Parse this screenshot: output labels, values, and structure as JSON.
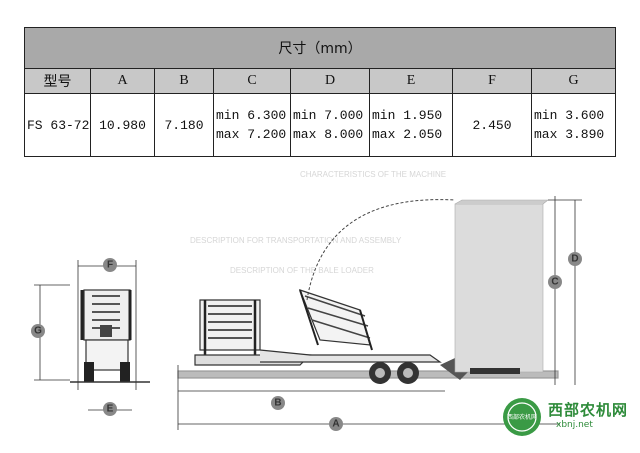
{
  "table": {
    "title": "尺寸（mm）",
    "headers": [
      "型号",
      "A",
      "B",
      "C",
      "D",
      "E",
      "F",
      "G"
    ],
    "row": {
      "model": "FS 63-72",
      "A": "10.980",
      "B": "7.180",
      "C": [
        "min 6.300",
        "max 7.200"
      ],
      "D": [
        "min 7.000",
        "max 8.000"
      ],
      "E": [
        "min 1.950",
        "max 2.050"
      ],
      "F": "2.450",
      "G": [
        "min 3.600",
        "max 3.890"
      ]
    }
  },
  "diagram": {
    "labels": [
      "A",
      "B",
      "C",
      "D",
      "E",
      "F",
      "G"
    ],
    "ghost_text": [
      "CHARACTERISTICS OF THE MACHINE",
      "DESCRIPTION FOR TRANSPORTATION AND ASSEMBLY",
      "DESCRIPTION OF THE BALE LOADER"
    ]
  },
  "watermark": {
    "site_name": "西部农机网",
    "url": "xbnj.net",
    "badge_text": "西部农机网"
  }
}
